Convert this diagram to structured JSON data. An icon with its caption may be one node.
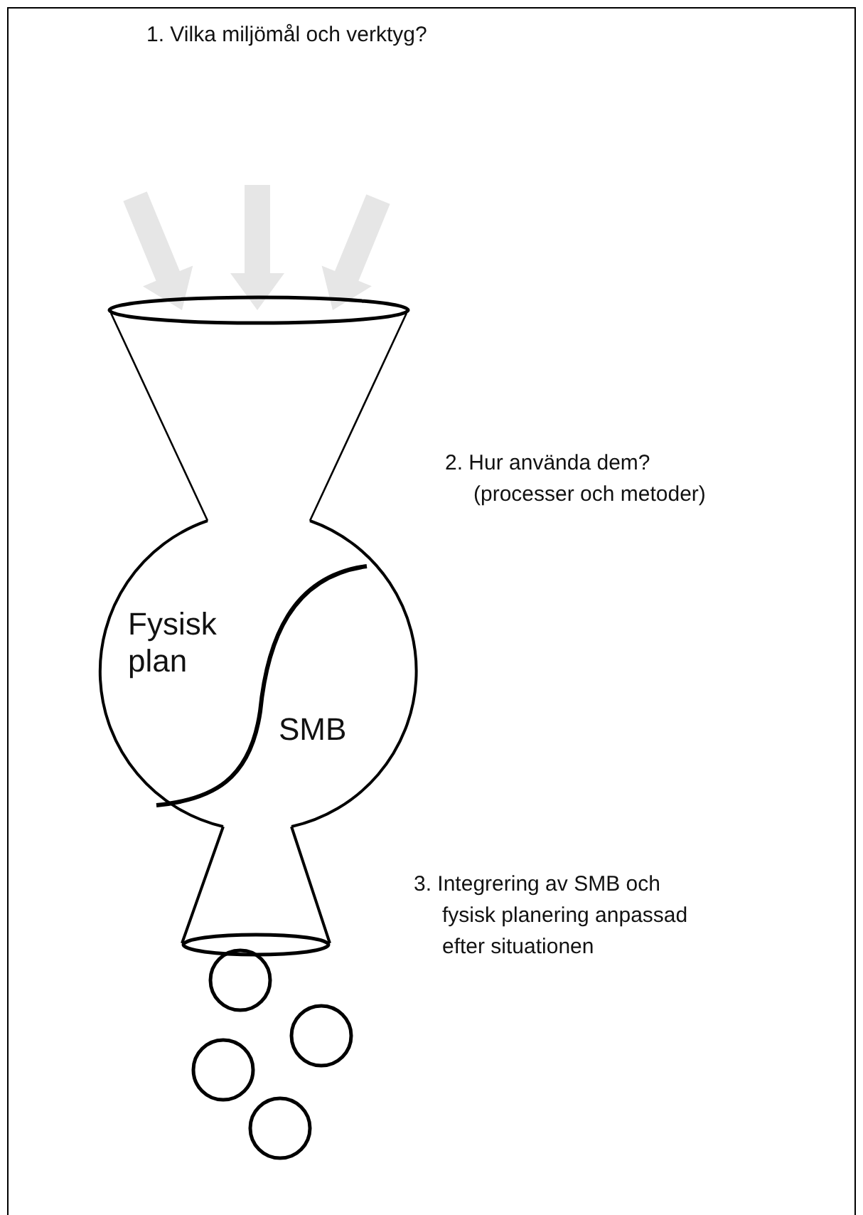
{
  "diagram": {
    "nodes": [
      {
        "text": [
          "Fysisk plan"
        ]
      },
      {
        "text": [
          "SMB"
        ]
      }
    ],
    "labels": [
      "1. Vilka miljömål och verktyg?",
      "2. Hur använda dem? (processer och metoder)",
      "3. Integrering av SMB och fysisk planering anpassad efter situationen"
    ]
  }
}
